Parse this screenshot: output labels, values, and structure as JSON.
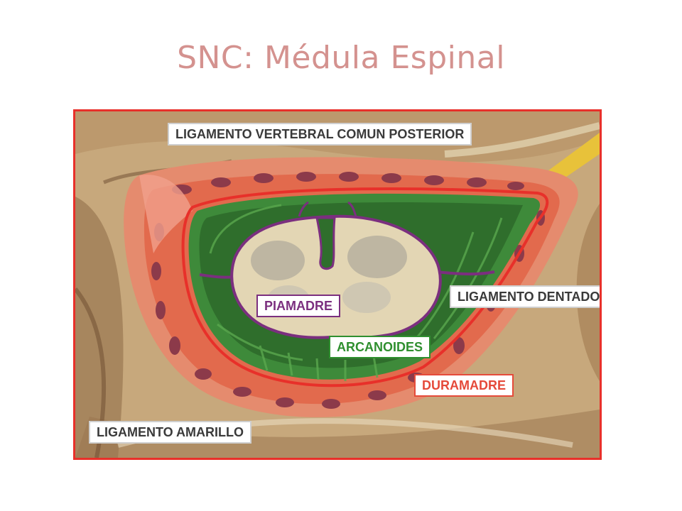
{
  "slide": {
    "title": "SNC: Médula Espinal"
  },
  "diagram": {
    "labels": {
      "posterior_ligament": "LIGAMENTO VERTEBRAL COMUN POSTERIOR",
      "piamadre": "PIAMADRE",
      "dentate_ligament": "LIGAMENTO DENTADO",
      "arachnoid": "ARCANOIDES",
      "dura_mater": "DURAMADRE",
      "yellow_ligament": "LIGAMENTO AMARILLO"
    },
    "colors": {
      "frame": "#e8302a",
      "piamadre": "#7b2f7f",
      "arachnoid": "#2f8f2f",
      "dura_mater": "#e54a3a",
      "bone": "#c9a87b"
    }
  }
}
